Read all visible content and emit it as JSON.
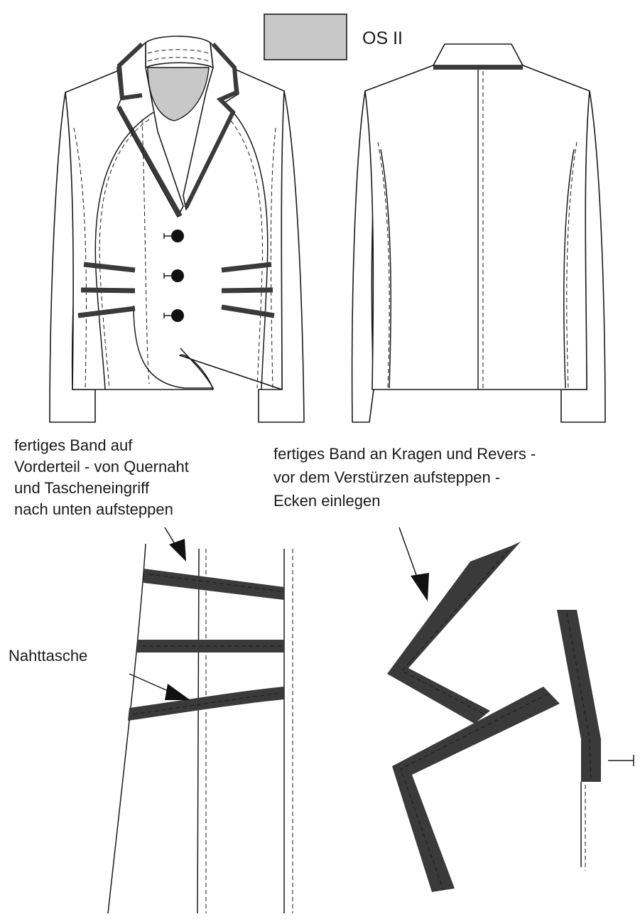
{
  "legend": {
    "swatch_color": "#c8c8c8",
    "label": "OS II"
  },
  "annotations": {
    "front_band_note": [
      "fertiges Band auf",
      "Vorderteil - von Quernaht",
      "und Tascheneingriff",
      "nach unten aufsteppen"
    ],
    "collar_band_note": [
      "fertiges Band an Kragen und Revers -",
      "vor dem Verstürzen aufsteppen -",
      "Ecken einlegen"
    ],
    "pocket_label": "Nahttasche"
  },
  "colors": {
    "outline": "#1a1a1a",
    "band": "#3a3a3a",
    "contrast_fabric": "#c8c8c8",
    "background": "#ffffff"
  }
}
